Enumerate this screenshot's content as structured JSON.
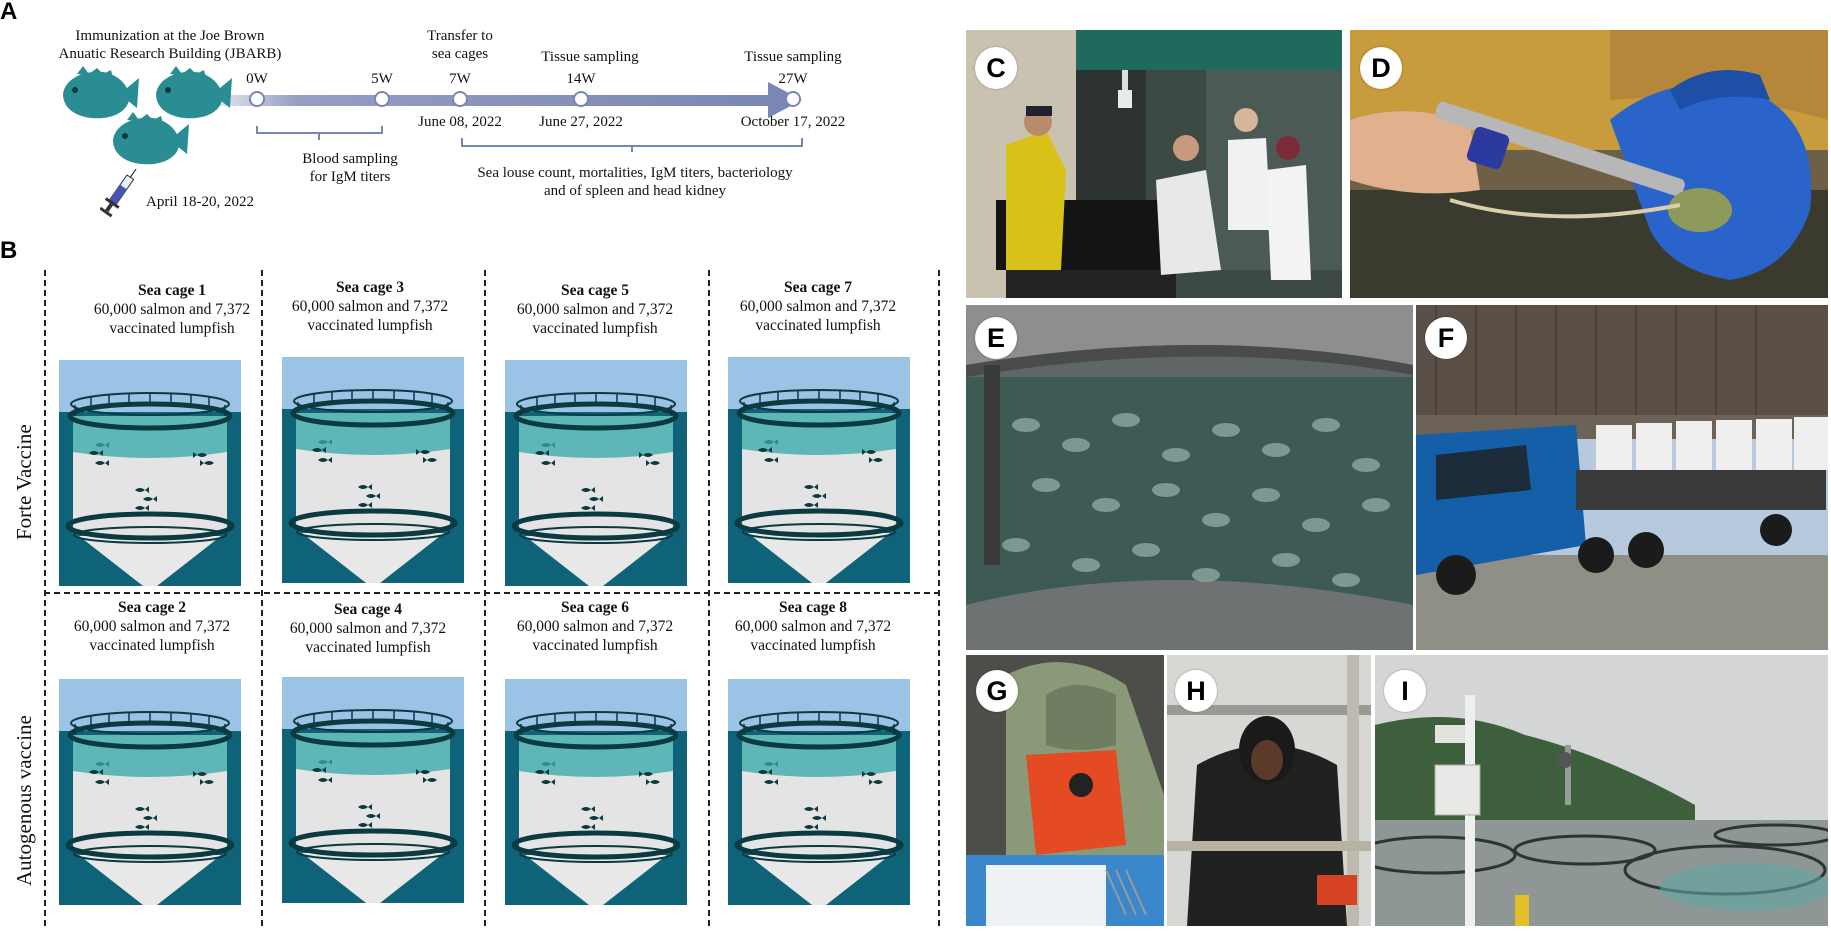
{
  "panels": {
    "a": "A",
    "b": "B",
    "c": "C",
    "d": "D",
    "e": "E",
    "f": "F",
    "g": "G",
    "h": "H",
    "i": "I"
  },
  "timeline": {
    "immunization_line1": "Immunization at the Joe Brown",
    "immunization_line2": "Anuatic Research Building (JBARB)",
    "immunization_date": "April 18-20, 2022",
    "weeks": [
      "0W",
      "5W",
      "7W",
      "14W",
      "27W"
    ],
    "transfer_line1": "Transfer to",
    "transfer_line2": "sea cages",
    "tissue_sampling_1": "Tissue sampling",
    "tissue_sampling_2": "Tissue sampling",
    "date_7w": "June 08, 2022",
    "date_14w": "June 27, 2022",
    "date_27w": "October 17, 2022",
    "blood_line1": "Blood sampling",
    "blood_line2": "for IgM titers",
    "sea_line1": "Sea louse count, mortalities, IgM titers, bacteriology",
    "sea_line2": "and of spleen and head kidney"
  },
  "groups": {
    "forte": "Forte Vaccine",
    "autogenous": "Autogenous vaccine"
  },
  "cages": [
    {
      "name": "Sea cage 1",
      "line1": "60,000 salmon and 7,372",
      "line2": "vaccinated lumpfish"
    },
    {
      "name": "Sea cage 3",
      "line1": "60,000 salmon and 7,372",
      "line2": "vaccinated lumpfish"
    },
    {
      "name": "Sea cage 5",
      "line1": "60,000 salmon and 7,372",
      "line2": "vaccinated lumpfish"
    },
    {
      "name": "Sea cage 7",
      "line1": "60,000 salmon and 7,372",
      "line2": "vaccinated lumpfish"
    },
    {
      "name": "Sea cage 2",
      "line1": "60,000 salmon and 7,372",
      "line2": "vaccinated lumpfish"
    },
    {
      "name": "Sea cage 4",
      "line1": "60,000 salmon and 7,372",
      "line2": "vaccinated lumpfish"
    },
    {
      "name": "Sea cage 6",
      "line1": "60,000 salmon and 7,372",
      "line2": "vaccinated lumpfish"
    },
    {
      "name": "Sea cage 8",
      "line1": "60,000 salmon and 7,372",
      "line2": "vaccinated lumpfish"
    }
  ],
  "colors": {
    "timeline_arrow": "#7a86b3",
    "fish": "#2a8d93",
    "sky": "#9bc3e6",
    "water": "#0e6378",
    "net_band": "#5fb6b6",
    "net": "#e4e4e4"
  },
  "icons": [
    "lumpfish-icon",
    "syringe-icon",
    "timeline-arrow",
    "sea-cage-illustration"
  ]
}
